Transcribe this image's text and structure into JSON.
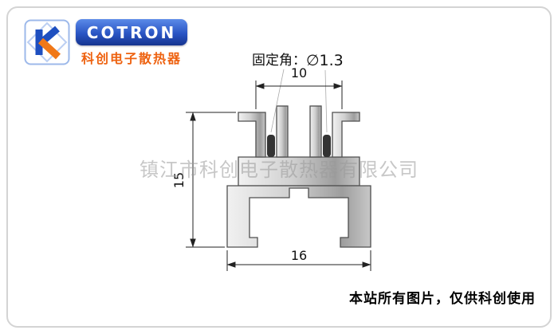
{
  "logo": {
    "brand": "COTRON",
    "brand_cn": "科创电子散热器",
    "icon_letter": "K",
    "blue": "#1e4fc0",
    "orange": "#f07818"
  },
  "drawing": {
    "fixing_label": "固定角：",
    "hole_diameter": "∅1.3",
    "dim_fin_span": "10",
    "dim_height": "15",
    "dim_width": "16"
  },
  "watermark": "镇江市科创电子散热器有限公司",
  "footer": {
    "note": "本站所有图片，仅供科创使用"
  }
}
